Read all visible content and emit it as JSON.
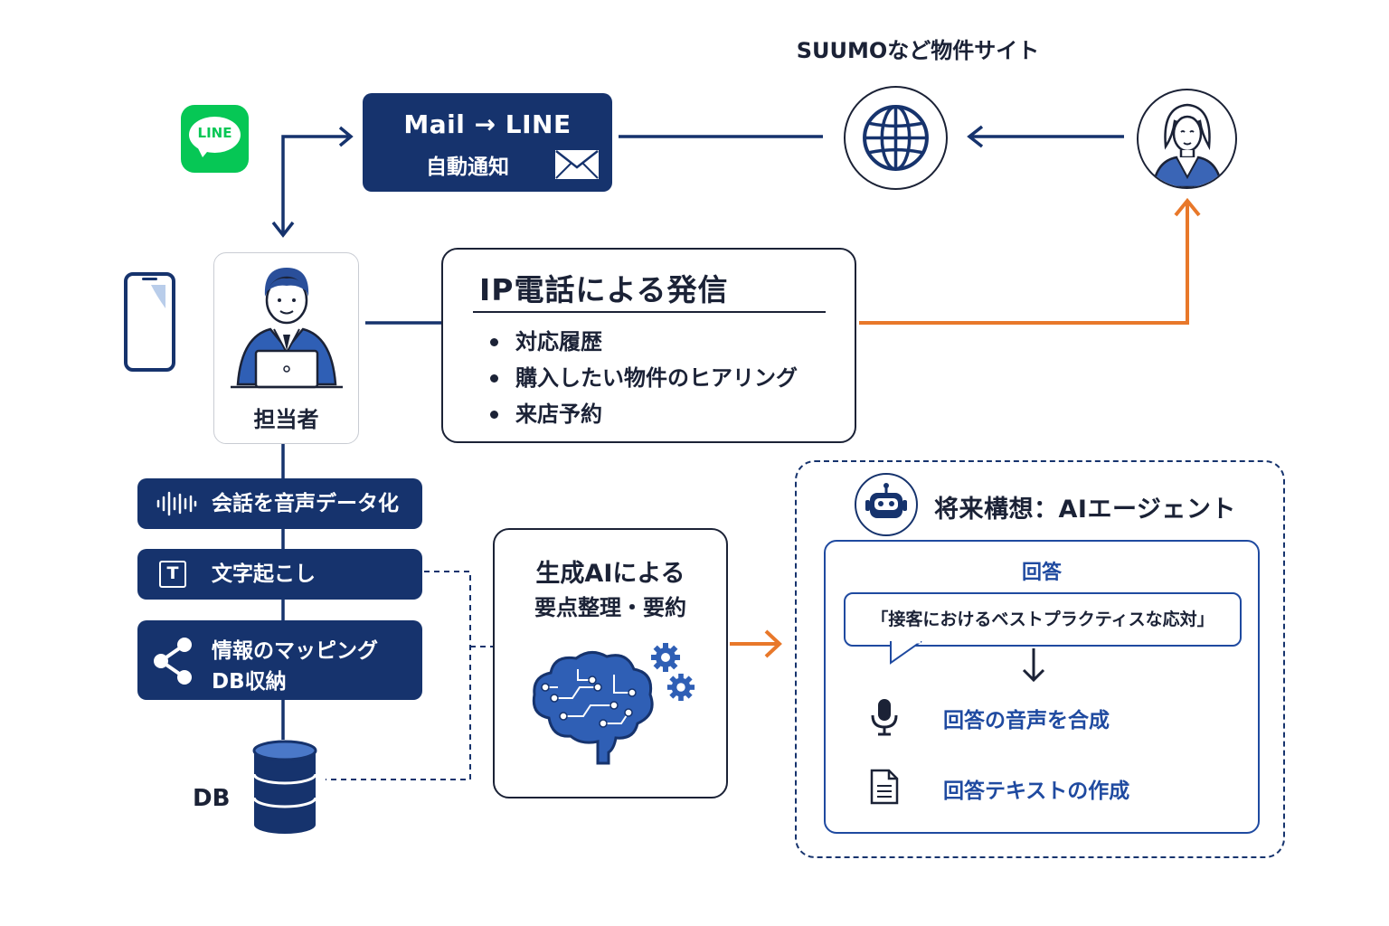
{
  "line_logo": {
    "text": "LINE"
  },
  "mail_box": {
    "title": "Mail → LINE",
    "subtitle": "自動通知"
  },
  "suumo": {
    "label": "SUUMOなど物件サイト"
  },
  "staff": {
    "label": "担当者"
  },
  "ip_call": {
    "title": "IP電話による発信",
    "items": [
      "対応履歴",
      "購入したい物件のヒアリング",
      "来店予約"
    ]
  },
  "steps": {
    "voice": "会話を音声データ化",
    "transcribe": "文字起こし",
    "transcribe_icon_letter": "T",
    "mapping_line1": "情報のマッピング",
    "mapping_line2": "DB収納"
  },
  "db": {
    "label": "DB"
  },
  "gen_ai": {
    "line1": "生成AIによる",
    "line2": "要点整理・要約"
  },
  "future": {
    "title": "将来構想：AIエージェント",
    "answer_label": "回答",
    "quote": "「接客におけるベストプラクティスな応対」",
    "voice_item": "回答の音声を合成",
    "text_item": "回答テキストの作成"
  },
  "colors": {
    "navy": "#16336d",
    "accent_blue": "#1f4aa0",
    "orange": "#e8782a",
    "line_green": "#06c755"
  },
  "icons": [
    "line-logo-icon",
    "mail-icon",
    "globe-icon",
    "customer-avatar-icon",
    "smartphone-icon",
    "staff-avatar-icon",
    "sound-wave-icon",
    "text-t-icon",
    "share-network-icon",
    "database-icon",
    "brain-icon",
    "gear-icon",
    "robot-icon",
    "microphone-icon",
    "document-icon"
  ]
}
